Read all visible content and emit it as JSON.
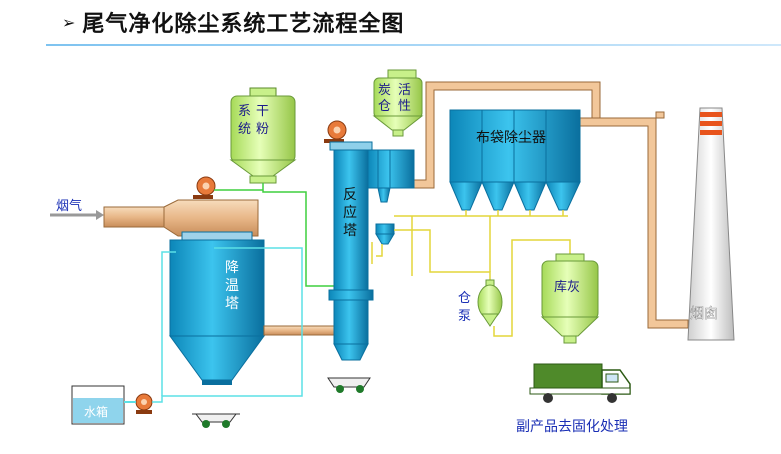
{
  "title": "尾气净化除尘系统工艺流程全图",
  "labels": {
    "flue_gas": "烟气",
    "cooling_tower": [
      "降",
      "温",
      "塔"
    ],
    "dry_powder_system": [
      "系",
      "统",
      "干",
      "粉"
    ],
    "reaction_tower": [
      "反",
      "应",
      "塔"
    ],
    "activated_carbon_silo": [
      "炭",
      "仓",
      "活",
      "性"
    ],
    "bag_filter": "布袋除尘器",
    "chimney": "烟囱",
    "silo_pump": [
      "仓",
      "泵"
    ],
    "ash_silo": "库灰",
    "water_tank": "水箱",
    "byproduct": "副产品去固化处理"
  },
  "colors": {
    "vessel": "#1aa8d8",
    "vessel_dark": "#0a78a8",
    "silo_green": "#c8f08a",
    "duct": "#f2c79a",
    "duct_stroke": "#9a6a3a",
    "chimney_band": "#e8541c",
    "pipe_cyan": "#5be0e6",
    "pipe_green": "#3fcf3f",
    "pipe_yellow": "#e4d63a",
    "truck": "#4f8a2a"
  },
  "icons": [
    "fan-icon",
    "pump-icon",
    "arrow-icon",
    "truck-icon",
    "cart-icon"
  ]
}
